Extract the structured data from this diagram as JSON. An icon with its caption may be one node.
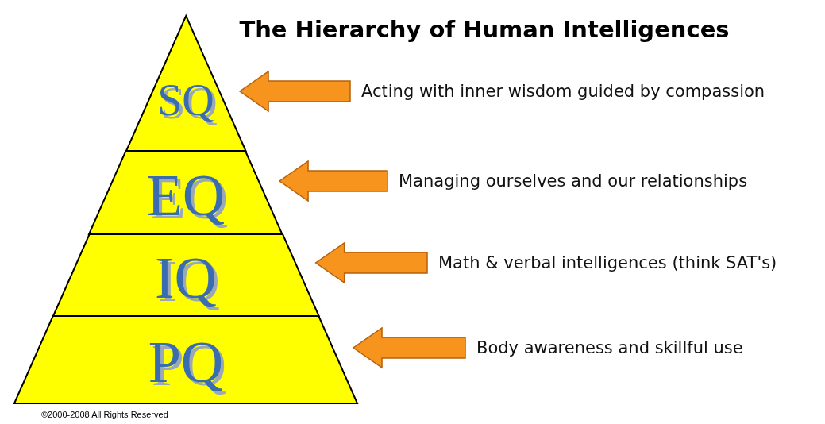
{
  "diagram": {
    "title": "The Hierarchy of Human Intelligences",
    "nodes": [
      {
        "text": [
          "SQ"
        ]
      },
      {
        "text": [
          "EQ"
        ]
      },
      {
        "text": [
          "IQ"
        ]
      },
      {
        "text": [
          "PQ"
        ]
      },
      {
        "text": [
          "Acting with inner wisdom guided by compassion"
        ]
      },
      {
        "text": [
          "Managing ourselves and our relationships"
        ]
      },
      {
        "text": [
          "Math & verbal intelligences (think SAT's)"
        ]
      },
      {
        "text": [
          "Body awareness and skillful use"
        ]
      }
    ],
    "edges": [
      {
        "from": 4,
        "to": 0,
        "arrow": "to"
      },
      {
        "from": 5,
        "to": 1,
        "arrow": "to"
      },
      {
        "from": 6,
        "to": 2,
        "arrow": "to"
      },
      {
        "from": 7,
        "to": 3,
        "arrow": "to"
      }
    ],
    "labels": [
      "©2000-2008 All Rights Reserved"
    ]
  }
}
